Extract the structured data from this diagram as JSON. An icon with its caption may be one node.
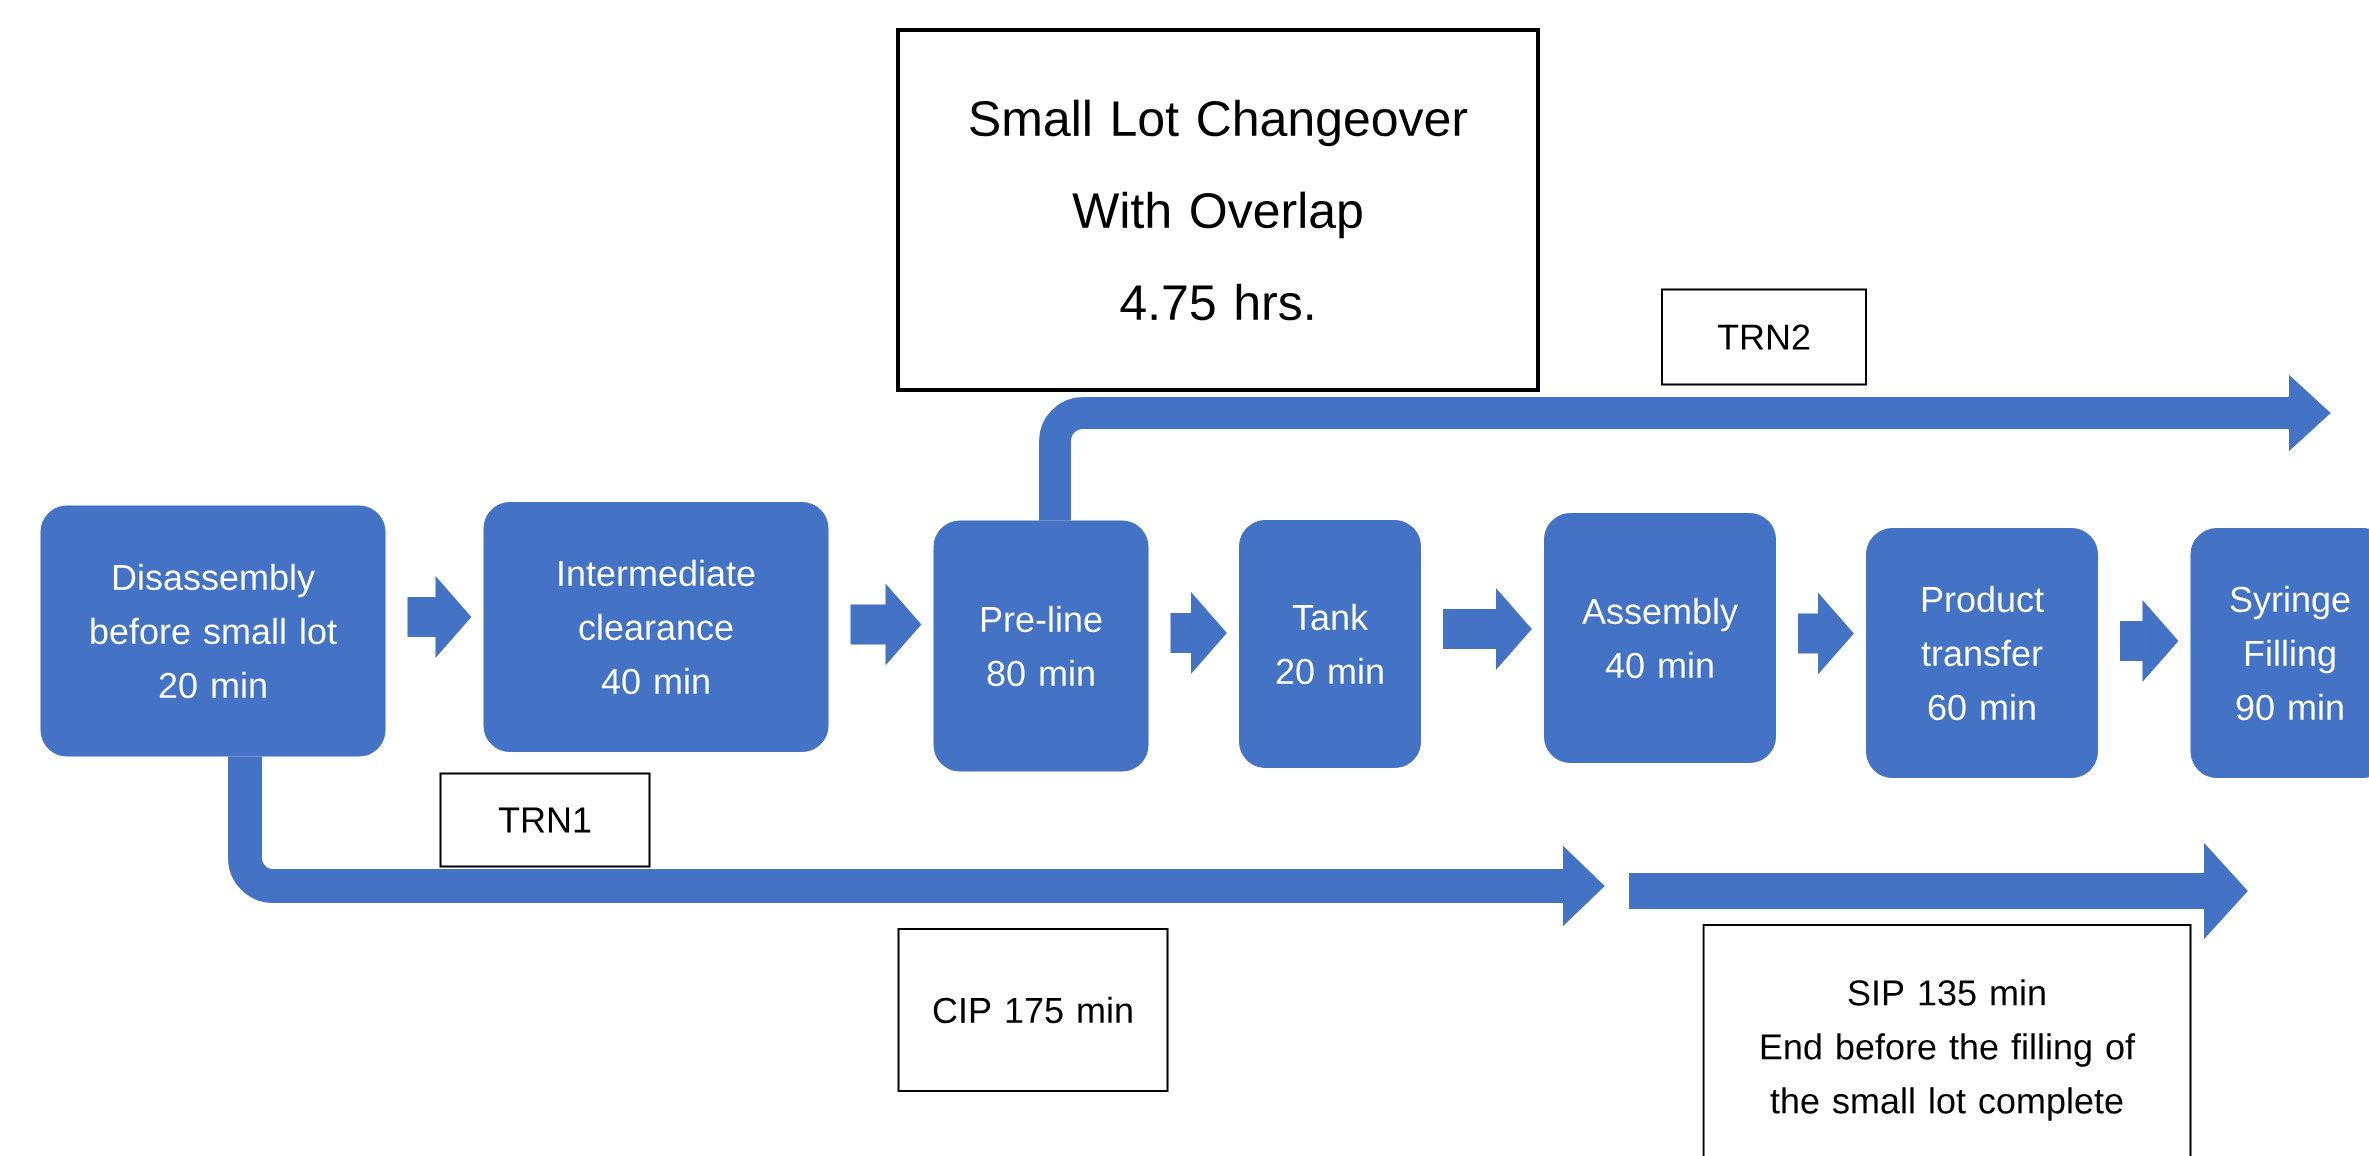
{
  "diagram": {
    "nodes": [
      {
        "text": [
          "Small Lot Changeover With Overlap",
          "4.75 hrs."
        ]
      },
      {
        "text": [
          "TRN2"
        ]
      },
      {
        "text": [
          "Disassembly before small lot",
          "20 min"
        ]
      },
      {
        "text": [
          "Intermediate clearance",
          "40 min"
        ]
      },
      {
        "text": [
          "Pre-line",
          "80 min"
        ]
      },
      {
        "text": [
          "Tank",
          "20 min"
        ]
      },
      {
        "text": [
          "Assembly",
          "40 min"
        ]
      },
      {
        "text": [
          "Product transfer",
          "60 min"
        ]
      },
      {
        "text": [
          "Syringe Filling",
          "90 min"
        ]
      },
      {
        "text": [
          "TRN1"
        ]
      },
      {
        "text": [
          "CIP 175 min"
        ]
      },
      {
        "text": [
          "SIP 135 min",
          "End before the filling of the small lot complete"
        ]
      }
    ],
    "edges": [
      {
        "from": 2,
        "to": 3,
        "arrow": "to"
      },
      {
        "from": 3,
        "to": 4,
        "arrow": "to"
      },
      {
        "from": 4,
        "to": 5,
        "arrow": "to"
      },
      {
        "from": 5,
        "to": 6,
        "arrow": "to"
      },
      {
        "from": 6,
        "to": 7,
        "arrow": "to"
      },
      {
        "from": 7,
        "to": 8,
        "arrow": "to"
      },
      {
        "from": 4,
        "to": null,
        "arrow": "to"
      },
      {
        "from": 2,
        "to": null,
        "arrow": "to"
      }
    ]
  }
}
